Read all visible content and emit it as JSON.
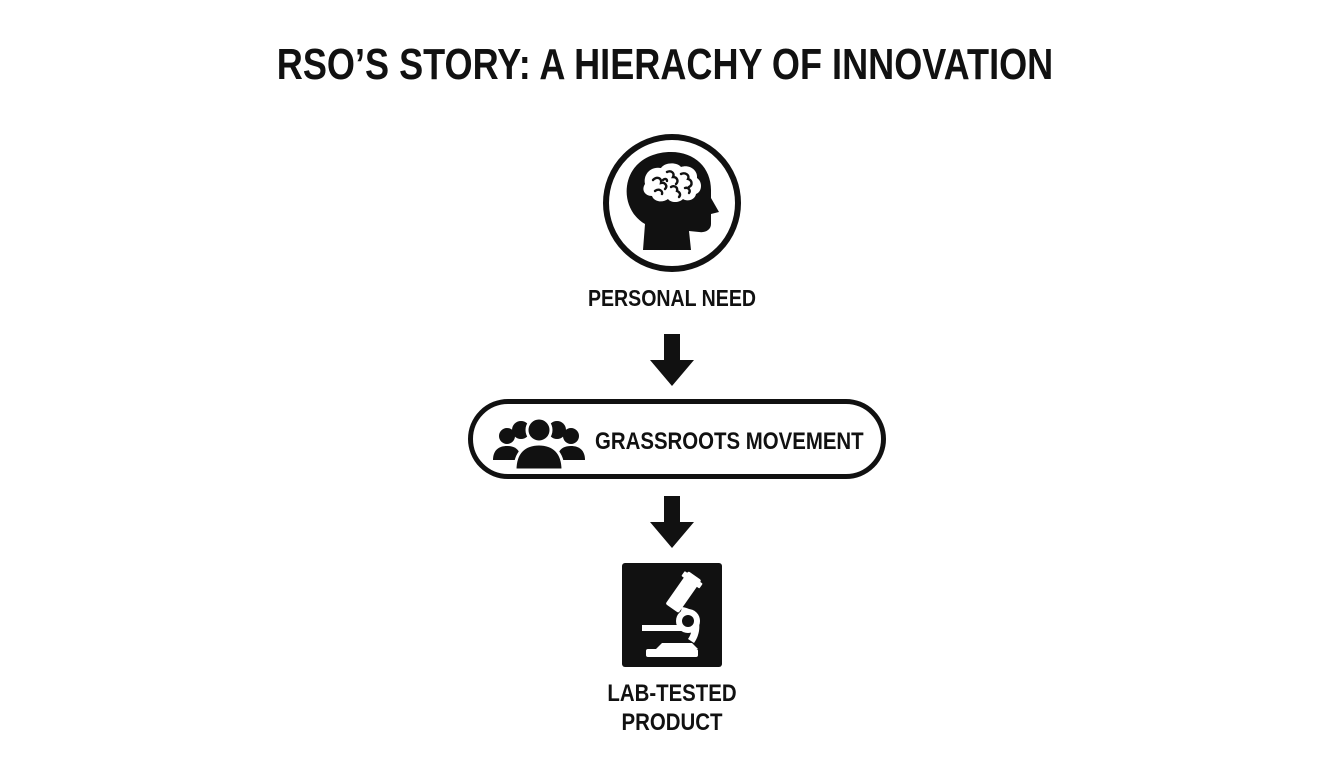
{
  "title": "RSO’S STORY: A HIERACHY OF INNOVATION",
  "nodes": {
    "personal_need": {
      "label": "PERSONAL NEED",
      "icon": "head-brain-icon"
    },
    "grassroots": {
      "label": "GRASSROOTS MOVEMENT",
      "icon": "group-people-icon"
    },
    "lab_tested": {
      "label_line1": "LAB-TESTED",
      "label_line2": "PRODUCT",
      "icon": "microscope-icon"
    }
  },
  "colors": {
    "ink": "#111111",
    "background": "#ffffff"
  }
}
